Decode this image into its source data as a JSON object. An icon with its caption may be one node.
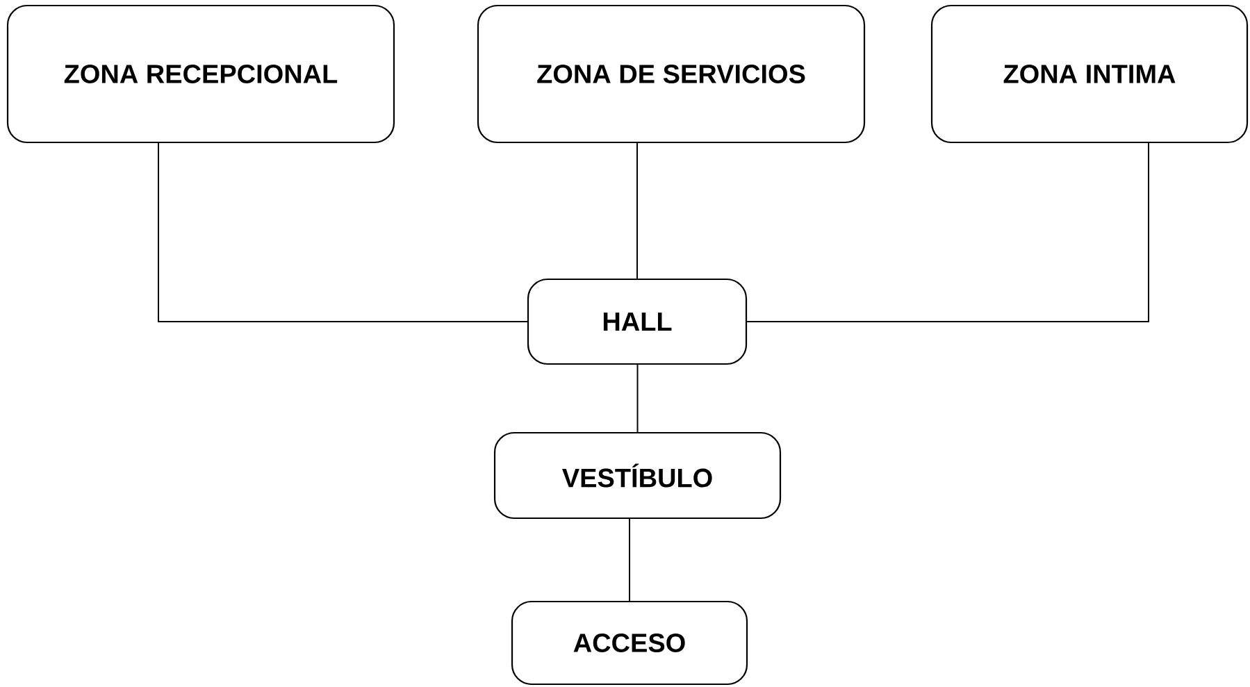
{
  "diagram": {
    "nodes": [
      {
        "text": [
          "ZONA RECEPCIONAL"
        ]
      },
      {
        "text": [
          "ZONA DE SERVICIOS"
        ]
      },
      {
        "text": [
          "ZONA INTIMA"
        ]
      },
      {
        "text": [
          "HALL"
        ]
      },
      {
        "text": [
          "VESTÍBULO"
        ]
      },
      {
        "text": [
          "ACCESO"
        ]
      }
    ],
    "edges": [
      {
        "from": 0,
        "to": 3,
        "arrow": "none"
      },
      {
        "from": 1,
        "to": 3,
        "arrow": "none"
      },
      {
        "from": 2,
        "to": 3,
        "arrow": "none"
      },
      {
        "from": 3,
        "to": 4,
        "arrow": "none"
      },
      {
        "from": 4,
        "to": 5,
        "arrow": "none"
      }
    ]
  }
}
